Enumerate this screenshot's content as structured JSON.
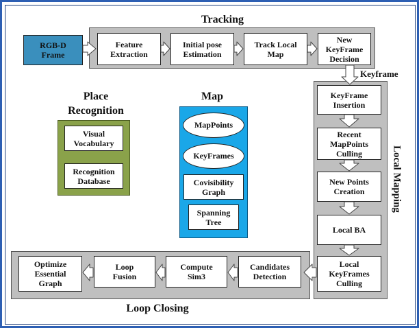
{
  "tracking": {
    "title": "Tracking",
    "input": "RGB-D\nFrame",
    "steps": [
      "Feature\nExtraction",
      "Initial pose\nEstimation",
      "Track Local\nMap",
      "New\nKeyFrame\nDecision"
    ],
    "keyframe_label": "Keyframe"
  },
  "place_recognition": {
    "title": "Place\nRecognition",
    "items": [
      "Visual\nVocabulary",
      "Recognition\nDatabase"
    ]
  },
  "map": {
    "title": "Map",
    "ellipses": [
      "MapPoints",
      "KeyFrames"
    ],
    "boxes": [
      "Covisibility\nGraph",
      "Spanning\nTree"
    ]
  },
  "local_mapping": {
    "title": "Local Mapping",
    "steps": [
      "KeyFrame\nInsertion",
      "Recent\nMapPoints\nCulling",
      "New Points\nCreation",
      "Local BA",
      "Local\nKeyFrames\nCulling"
    ]
  },
  "loop_closing": {
    "title": "Loop Closing",
    "steps": [
      "Candidates\nDetection",
      "Compute\nSim3",
      "Loop\nFusion",
      "Optimize\nEssential\nGraph"
    ]
  },
  "colors": {
    "frame_border": "#2d5fb3",
    "panel_gray": "#bfbfbf",
    "rgbd_fill": "#3a8fbd",
    "place_fill": "#8aa24a",
    "map_fill": "#1aa7e8"
  }
}
